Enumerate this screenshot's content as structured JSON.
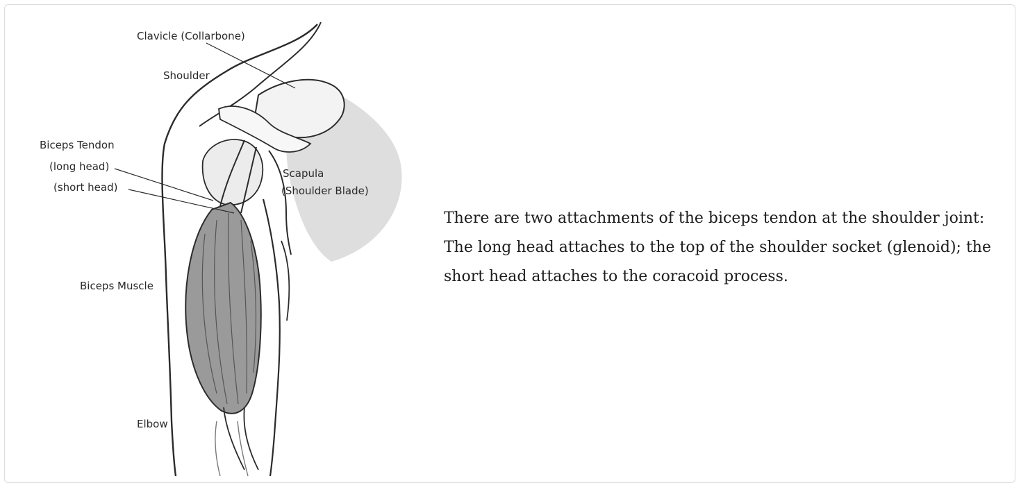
{
  "figure": {
    "labels": {
      "clavicle": "Clavicle (Collarbone)",
      "shoulder": "Shoulder",
      "biceps_tendon": "Biceps Tendon",
      "long_head": "(long head)",
      "short_head": "(short head)",
      "scapula": "Scapula",
      "shoulder_blade": "(Shoulder Blade)",
      "biceps_muscle": "Biceps Muscle",
      "elbow": "Elbow"
    },
    "colors": {
      "line": "#2b2b2b",
      "muscle": "#9a9a9a",
      "bone": "#e6e6e6",
      "shade": "#d2d2d2"
    }
  },
  "caption": {
    "text": "There are two attachments of the biceps tendon at the shoulder joint: The long head attaches to the top of the shoulder socket (glenoid); the short head attaches to the coracoid process."
  }
}
